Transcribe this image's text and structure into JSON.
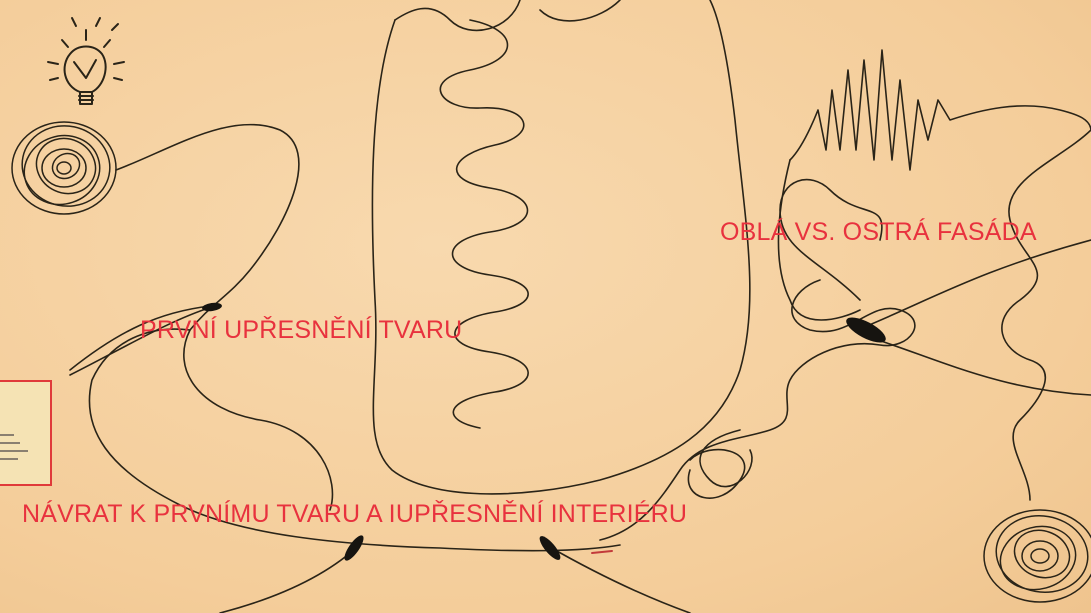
{
  "canvas": {
    "background_color": "#f6d2a2",
    "stroke_color": "#2a2418",
    "label_color": "#e8323e"
  },
  "icons": [
    "lightbulb-icon",
    "scribble-ball-icon"
  ],
  "labels": {
    "first_refinement": "PRVNÍ UPŘESNĚNÍ TVARU",
    "round_vs_sharp": "OBLÁ VS. OSTRÁ FASÁDA",
    "return_first_shape": "NÁVRAT K PRVNÍMU TVARU A IUPŘESNĚNÍ INTERIÉRU"
  }
}
